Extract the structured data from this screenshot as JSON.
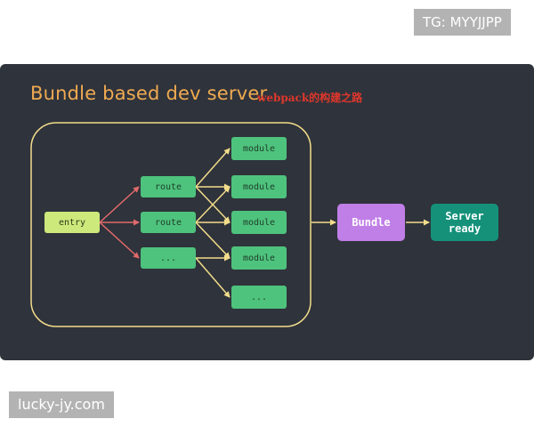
{
  "watermarks": {
    "top": "TG: MYYJJPP",
    "bottom": "lucky-jy.com"
  },
  "diagram": {
    "title": "Bundle based dev server",
    "subtitle": "webpack的构建之路",
    "nodes": {
      "entry": "entry",
      "route_1": "route",
      "route_2": "route",
      "route_3": "...",
      "module_1": "module",
      "module_2": "module",
      "module_3": "module",
      "module_4": "module",
      "module_5": "...",
      "bundle": "Bundle",
      "server": "Server\nready"
    },
    "colors": {
      "background": "#2f333b",
      "title": "#efaa51",
      "subtitle": "#e0372c",
      "container_border": "#f3dd8b",
      "node_green": "#4ec37d",
      "entry": "#cde97c",
      "bundle": "#c07ee7",
      "server": "#15917a",
      "arrow_red": "#e06a6a",
      "arrow_yellow": "#f3dd8b"
    }
  }
}
